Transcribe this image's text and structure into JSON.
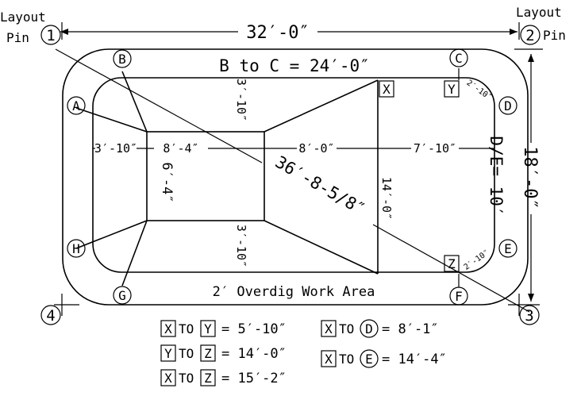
{
  "labels": {
    "layout_pin_1": "Layout",
    "layout_pin_1b": "Pin",
    "layout_pin_2": "Layout",
    "layout_pin_2b": "Pin",
    "pin_1": "1",
    "pin_2": "2",
    "pin_3": "3",
    "pin_4": "4",
    "top_width": "32′-0″",
    "b_to_c": "B to C = 24′-0″",
    "right_height": "18′-0″",
    "de": "D/E= 10′",
    "diag": "36′-8-5/8″",
    "overdig": "2′ Overdig Work Area"
  },
  "points": {
    "A": "A",
    "B": "B",
    "C": "C",
    "D": "D",
    "E": "E",
    "F": "F",
    "G": "G",
    "H": "H",
    "X": "X",
    "Y": "Y",
    "Z": "Z"
  },
  "dims": {
    "d_3_10_top": "3′-10″",
    "d_3_10_left": "3′-10″",
    "d_8_4": "8′-4″",
    "d_8_0": "8′-0″",
    "d_7_10": "7′-10″",
    "d_6_4": "6′-4″",
    "d_14_0": "14′-0″",
    "d_3_10_bottom": "3′-10″",
    "d_y_d": "2′-10″",
    "d_z_e": "2′-10″"
  },
  "legend": [
    {
      "from": "X",
      "to": "Y",
      "to_shape": "box",
      "value": "= 5′-10″"
    },
    {
      "from": "Y",
      "to": "Z",
      "to_shape": "box",
      "value": "= 14′-0″"
    },
    {
      "from": "X",
      "to": "Z",
      "to_shape": "box",
      "value": "= 15′-2″"
    },
    {
      "from": "X",
      "to": "D",
      "to_shape": "circle",
      "value": "= 8′-1″"
    },
    {
      "from": "X",
      "to": "E",
      "to_shape": "circle",
      "value": "= 14′-4″"
    }
  ],
  "legend_to": "TO"
}
